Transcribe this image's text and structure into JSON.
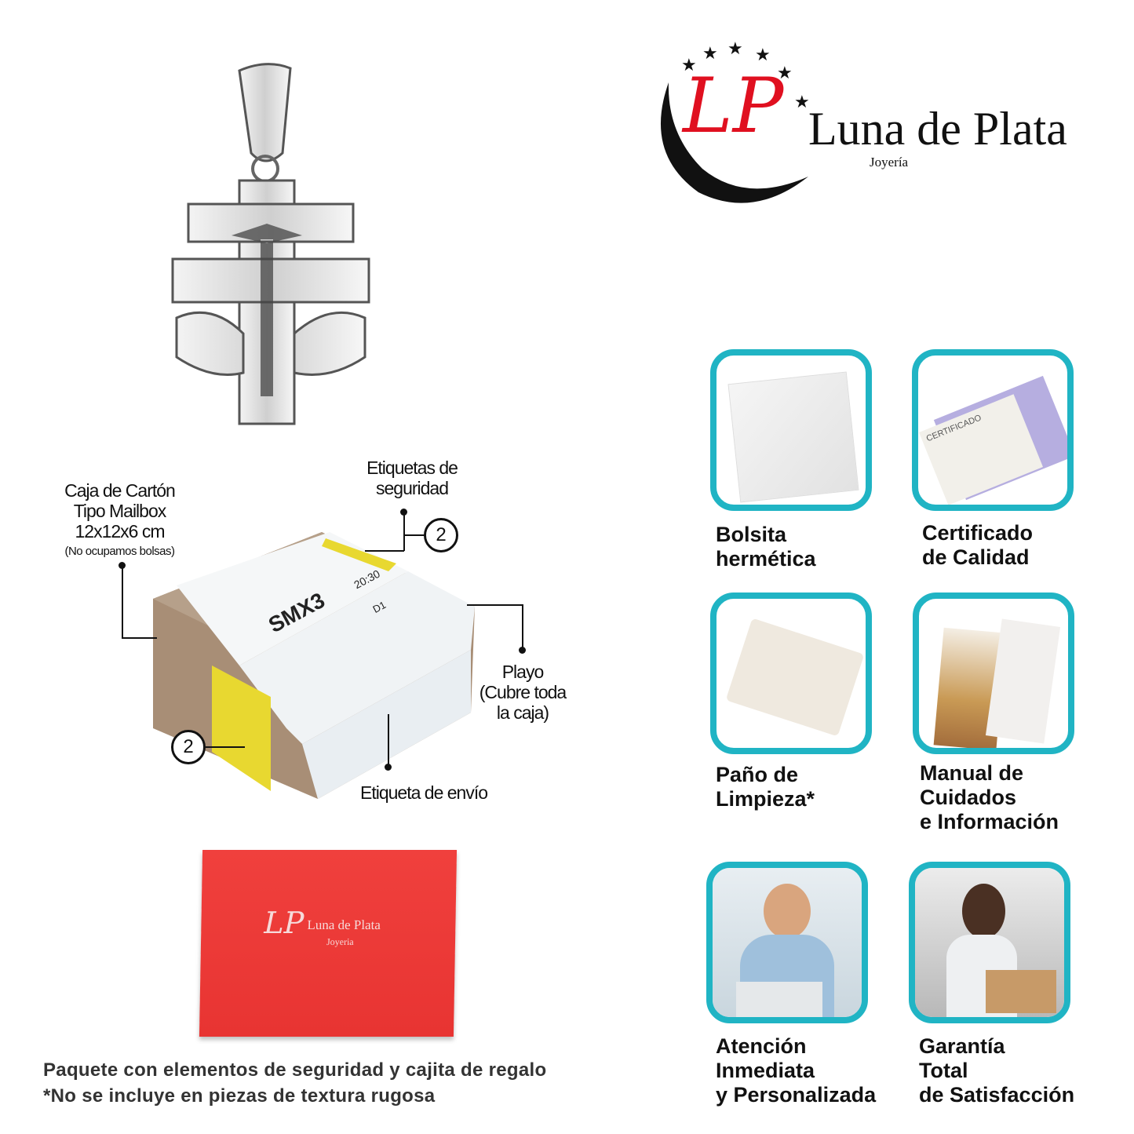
{
  "logo": {
    "brand": "Luna de Plata",
    "monogram": "LP",
    "subtitle": "Joyería"
  },
  "box_annotations": {
    "box_type": [
      "Caja de Cartón",
      "Tipo Mailbox",
      "12x12x6 cm"
    ],
    "box_note": "(No ocupamos bolsas)",
    "security_labels": [
      "Etiquetas de",
      "seguridad"
    ],
    "security_count_top": "2",
    "security_count_bottom": "2",
    "wrap": [
      "Playo",
      "(Cubre toda",
      "la caja)"
    ],
    "shipping_label": "Etiqueta de envío"
  },
  "shipping_label_text": {
    "code": "SMX3",
    "time": "20:30",
    "route": "D1"
  },
  "gift_box": {
    "brand": "Luna de Plata",
    "subtitle": "Joyeria"
  },
  "features": [
    {
      "lines": [
        "Bolsita",
        "hermética"
      ]
    },
    {
      "lines": [
        "Certificado",
        "de Calidad"
      ]
    },
    {
      "lines": [
        "Paño de",
        "Limpieza*"
      ]
    },
    {
      "lines": [
        "Manual de",
        "Cuidados",
        "e Información"
      ]
    },
    {
      "lines": [
        "Atención",
        "Inmediata",
        "y Personalizada"
      ]
    },
    {
      "lines": [
        "Garantía",
        "Total",
        "de Satisfacción"
      ]
    }
  ],
  "certificate_word": "CERTIFICADO",
  "footer": {
    "line1": "Paquete con elementos de seguridad y cajita de regalo",
    "line2": "*No se incluye en piezas de textura rugosa"
  },
  "colors": {
    "accent": "#20b4c4",
    "logo_red": "#e01020",
    "gift_red": "#ef3a3a"
  }
}
